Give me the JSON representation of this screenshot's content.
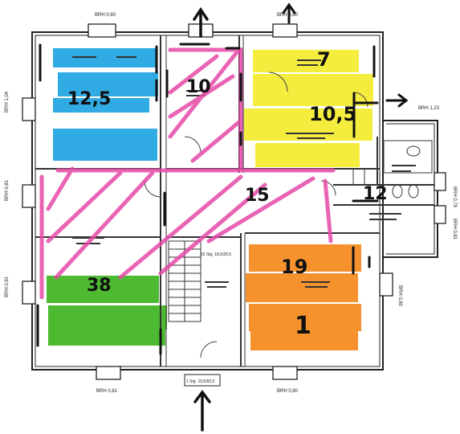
{
  "highlight_colors": {
    "blue": "#1aa3e0",
    "yellow": "#f3ec2a",
    "green": "#3fb521",
    "orange": "#f5891d",
    "pink": "#e64aa8",
    "ink": "#111111"
  },
  "icons": [
    "arrow-up-icon",
    "arrow-down-icon",
    "arrow-right-icon",
    "stair-icon",
    "door-swing-icon"
  ],
  "handwritten_numbers": {
    "blue_room": "12,5",
    "top_hall": "10",
    "yellow_top": "7",
    "yellow_bottom": "10,5",
    "center_hall": "15",
    "right_bath": "12",
    "green_room": "38",
    "orange_top": "19",
    "orange_bottom": "1"
  },
  "wall_labels": {
    "top_left": "BRH 0,60",
    "top_right": "BRH 0,80",
    "bottom_left": "BRH 0,81",
    "bottom_right": "BRH 0,80",
    "left_top": "BRH 1,04",
    "left_mid": "BRH 0,81",
    "left_bottom": "BRH 0,81",
    "right_top": "BRH 1,23",
    "right_mid": "BRH 0,79",
    "right_bottom": "BRH 0,81",
    "right_lower": "BRH 0,80"
  },
  "door_labels": {
    "entrance": "1 Stg. 10,5/82,0",
    "stairs": "15 Stg. 18,0/26,5"
  }
}
